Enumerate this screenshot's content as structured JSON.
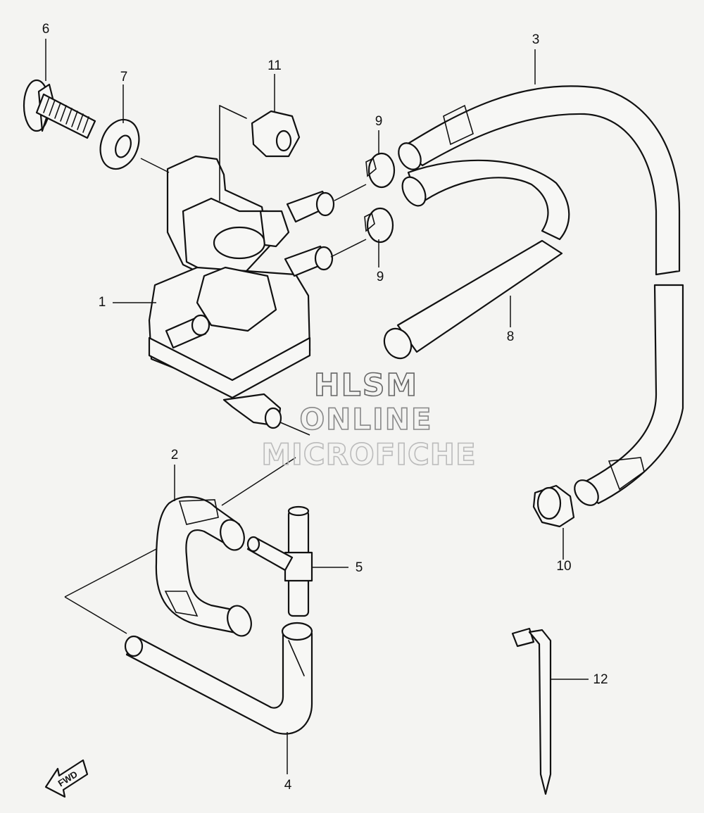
{
  "callouts": [
    {
      "id": "1",
      "text": "1"
    },
    {
      "id": "2",
      "text": "2"
    },
    {
      "id": "3",
      "text": "3"
    },
    {
      "id": "4",
      "text": "4"
    },
    {
      "id": "5",
      "text": "5"
    },
    {
      "id": "6",
      "text": "6"
    },
    {
      "id": "7",
      "text": "7"
    },
    {
      "id": "8",
      "text": "8"
    },
    {
      "id": "9a",
      "text": "9"
    },
    {
      "id": "9b",
      "text": "9"
    },
    {
      "id": "10",
      "text": "10"
    },
    {
      "id": "11",
      "text": "11"
    },
    {
      "id": "12",
      "text": "12"
    }
  ],
  "watermark": {
    "line1": "HLSM",
    "line2": "ONLINE",
    "line3": "MICROFICHE"
  },
  "direction_marker": {
    "text": "FWD"
  }
}
